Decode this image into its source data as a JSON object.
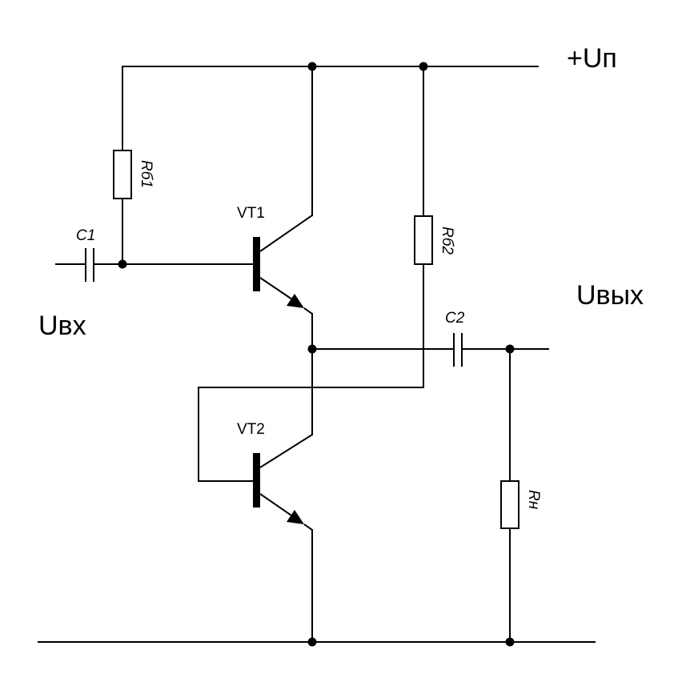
{
  "labels": {
    "supply": "+Uп",
    "input": "Uвх",
    "output": "Uвых",
    "vt1": "VT1",
    "vt2": "VT2",
    "c1": "C1",
    "c2": "C2",
    "rb1": "Rб1",
    "rb2": "Rб2",
    "rn": "Rн"
  }
}
